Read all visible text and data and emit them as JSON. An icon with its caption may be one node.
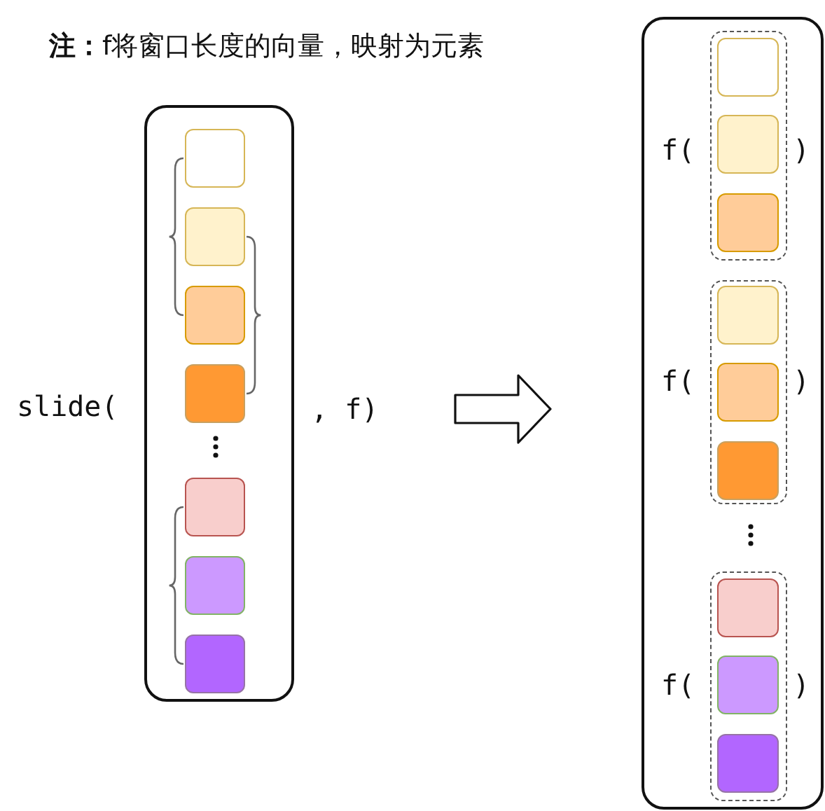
{
  "diagram": {
    "title": "**注：**f将窗口长度的向量，映射为元素",
    "nodes": [
      {
        "text": [],
        "shape": "box",
        "beside": [
          "slide(",
          ", f)"
        ]
      },
      {
        "text": [],
        "shape": "box",
        "in": 0
      },
      {
        "text": [],
        "shape": "box",
        "in": 0
      },
      {
        "text": [],
        "shape": "box",
        "in": 0
      },
      {
        "text": [],
        "shape": "box",
        "in": 0
      },
      {
        "text": [],
        "shape": "box",
        "in": 0
      },
      {
        "text": [],
        "shape": "box",
        "in": 0
      },
      {
        "text": [],
        "shape": "box",
        "in": 0
      },
      {
        "text": [],
        "shape": "box"
      },
      {
        "text": [],
        "shape": "box",
        "in": 8,
        "beside": [
          "f(",
          ")"
        ]
      },
      {
        "text": [],
        "shape": "box",
        "in": 9
      },
      {
        "text": [],
        "shape": "box",
        "in": 9
      },
      {
        "text": [],
        "shape": "box",
        "in": 9
      },
      {
        "text": [],
        "shape": "box",
        "in": 8,
        "beside": [
          "f(",
          ")"
        ]
      },
      {
        "text": [],
        "shape": "box",
        "in": 13
      },
      {
        "text": [],
        "shape": "box",
        "in": 13
      },
      {
        "text": [],
        "shape": "box",
        "in": 13
      },
      {
        "text": [],
        "shape": "box",
        "in": 8,
        "beside": [
          "f(",
          ")"
        ]
      },
      {
        "text": [],
        "shape": "box",
        "in": 17
      },
      {
        "text": [],
        "shape": "box",
        "in": 17
      },
      {
        "text": [],
        "shape": "box",
        "in": 17
      }
    ]
  }
}
